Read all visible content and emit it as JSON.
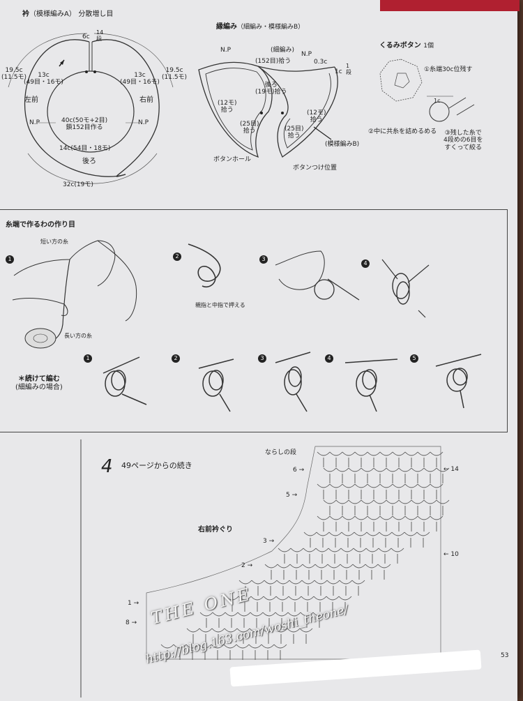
{
  "collar": {
    "title": "衿",
    "title_sub": "（模様編みA）",
    "title_note": "分散増し目",
    "top_c": "6c",
    "top_rows": "14段",
    "left_outer": "19.5c",
    "left_outer_sub": "(11.5モ)",
    "right_outer": "19.5c",
    "right_outer_sub": "(11.5モ)",
    "left_inner": "13c",
    "left_inner_sub": "(49目・16モ)",
    "right_inner": "13c",
    "right_inner_sub": "(49目・16モ)",
    "left_front": "左前",
    "right_front": "右前",
    "np_left": "N.P",
    "np_right": "N.P",
    "neck": "40c(50モ+2目)",
    "neck_sub": "鎖152目作る",
    "back_width": "14c(54目・18モ)",
    "back": "後ろ",
    "bottom": "32c(19モ)"
  },
  "edging": {
    "title": "縁編み",
    "title_sub": "（細編み・模様編みB）",
    "np_left": "N.P",
    "np_right": "N.P",
    "sc": "(細編み)",
    "pick152": "(152目)拾う",
    "c03": "0.3c",
    "c1": "1c",
    "rows1": "1段",
    "back": "後ろ",
    "back_sub": "(19モ)拾う",
    "left12": "(12モ)",
    "left12_sub": "拾う",
    "right12": "(12モ)",
    "right12_sub": "拾う",
    "left25": "(25目)",
    "left25_sub": "拾う",
    "right25": "(25目)",
    "right25_sub": "拾う",
    "pattern_b": "(模様編みB)",
    "buttonhole": "ボタンホール",
    "button_pos": "ボタンつけ位置"
  },
  "button": {
    "title": "くるみボタン",
    "count": "1個",
    "step1": "①糸端30c位残す",
    "c1": "1c",
    "step2": "②中に共糸を詰めるめる",
    "step3a": "③残した糸で",
    "step3b": "4段めの6目を",
    "step3c": "すくって絞る"
  },
  "ring": {
    "title": "糸端で作るわの作り目",
    "short_yarn": "短い方の糸",
    "long_yarn": "長い方の糸",
    "press": "親指と中指で押える",
    "continue_title": "＊続けて編む",
    "continue_sub": "(細編みの場合)",
    "steps_top": [
      "1",
      "2",
      "3",
      "4"
    ],
    "steps_bottom": [
      "1",
      "2",
      "3",
      "4",
      "5"
    ]
  },
  "section4": {
    "number": "4",
    "text": "49ページからの続き",
    "label": "右前衿ぐり",
    "row_top": "ならしの段",
    "rows": [
      "6",
      "5",
      "3",
      "2",
      "1",
      "8"
    ],
    "right_rows": [
      "14",
      "10"
    ]
  },
  "page_number": "53",
  "watermark": {
    "title": "THE ONE",
    "url": "http://blog.163.com/woshi_theone/"
  }
}
